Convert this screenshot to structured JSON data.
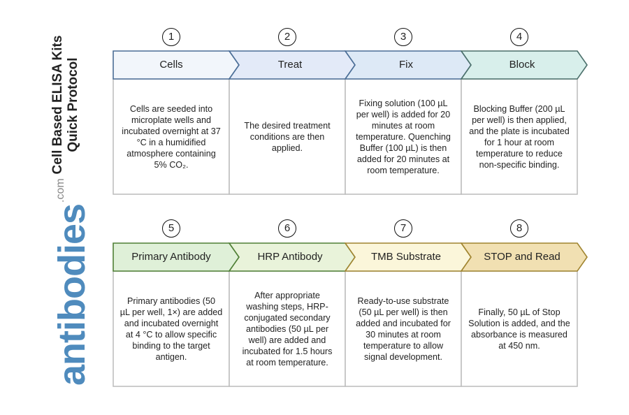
{
  "title": {
    "line1": "Cell Based ELISA Kits",
    "line2": "Quick Protocol"
  },
  "logo": {
    "name": "antibodies",
    "suffix": ".com"
  },
  "steps": [
    {
      "number": "1",
      "label": "Cells",
      "fill": "#f2f6fb",
      "stroke": "#4a6d96",
      "description": "Cells are seeded into\nmicroplate wells and\nincubated overnight at 37\n°C in a humidified\natmosphere containing\n5% CO₂."
    },
    {
      "number": "2",
      "label": "Treat",
      "fill": "#e3eaf8",
      "stroke": "#4a6d96",
      "description": "The desired treatment\nconditions are then\napplied."
    },
    {
      "number": "3",
      "label": "Fix",
      "fill": "#dde9f6",
      "stroke": "#4a6d96",
      "description": "Fixing solution (100 µL\nper well) is added for 20\nminutes at room\ntemperature. Quenching\nBuffer (100 µL) is then\nadded for 20 minutes at\nroom temperature."
    },
    {
      "number": "4",
      "label": "Block",
      "fill": "#d8efeb",
      "stroke": "#4a6f6a",
      "description": "Blocking Buffer (200 µL\nper well) is then applied,\nand the plate is incubated\nfor 1 hour at room\ntemperature to reduce\nnon-specific binding."
    },
    {
      "number": "5",
      "label": "Primary Antibody",
      "fill": "#dff0d8",
      "stroke": "#4f7f35",
      "description": "Primary antibodies (50\nµL per well, 1×) are added\nand incubated overnight\nat 4 °C to allow specific\nbinding to the target\nantigen."
    },
    {
      "number": "6",
      "label": "HRP Antibody",
      "fill": "#e9f3da",
      "stroke": "#4f7f35",
      "description": "After appropriate\nwashing steps, HRP-\nconjugated secondary\nantibodies (50 µL per\nwell) are added and\nincubated for 1.5 hours\nat room temperature."
    },
    {
      "number": "7",
      "label": "TMB Substrate",
      "fill": "#fbf6da",
      "stroke": "#a0842f",
      "description": "Ready-to-use substrate\n(50 µL per well) is then\nadded and incubated for\n30 minutes at room\ntemperature to allow\nsignal development."
    },
    {
      "number": "8",
      "label": "STOP and Read",
      "fill": "#f1e0b2",
      "stroke": "#a0842f",
      "description": "Finally, 50 µL of Stop\nSolution is added, and the\nabsorbance is measured\nat 450 nm."
    }
  ]
}
